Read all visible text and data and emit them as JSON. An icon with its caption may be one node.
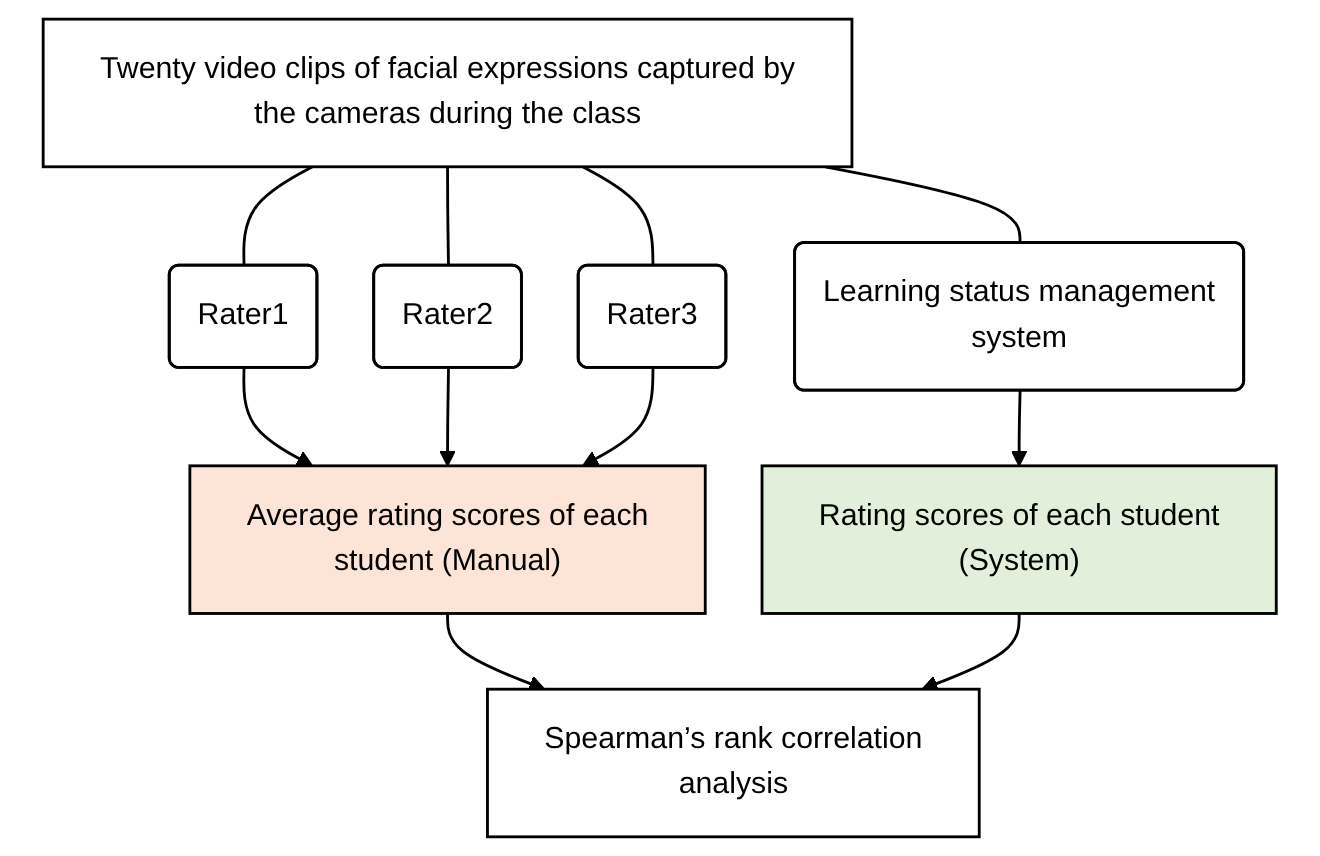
{
  "diagram": {
    "nodes": [
      {
        "text": [
          "Twenty video clips of facial expressions captured by the cameras during the class"
        ]
      },
      {
        "text": [
          "Rater1"
        ]
      },
      {
        "text": [
          "Rater2"
        ]
      },
      {
        "text": [
          "Rater3"
        ]
      },
      {
        "text": [
          "Learning status management system"
        ]
      },
      {
        "text": [
          "Average rating scores of each student (Manual)"
        ]
      },
      {
        "text": [
          "Rating scores of each student (System)"
        ]
      },
      {
        "text": [
          "Spearman’s rank correlation analysis"
        ]
      }
    ],
    "edges": [
      {
        "from": 0,
        "to": 1,
        "arrow": "none"
      },
      {
        "from": 0,
        "to": 2,
        "arrow": "none"
      },
      {
        "from": 0,
        "to": 3,
        "arrow": "none"
      },
      {
        "from": 0,
        "to": 4,
        "arrow": "none"
      },
      {
        "from": 1,
        "to": 5,
        "arrow": "to"
      },
      {
        "from": 2,
        "to": 5,
        "arrow": "to"
      },
      {
        "from": 3,
        "to": 5,
        "arrow": "to"
      },
      {
        "from": 4,
        "to": 6,
        "arrow": "to"
      },
      {
        "from": 5,
        "to": 7,
        "arrow": "to"
      },
      {
        "from": 6,
        "to": 7,
        "arrow": "to"
      }
    ]
  }
}
